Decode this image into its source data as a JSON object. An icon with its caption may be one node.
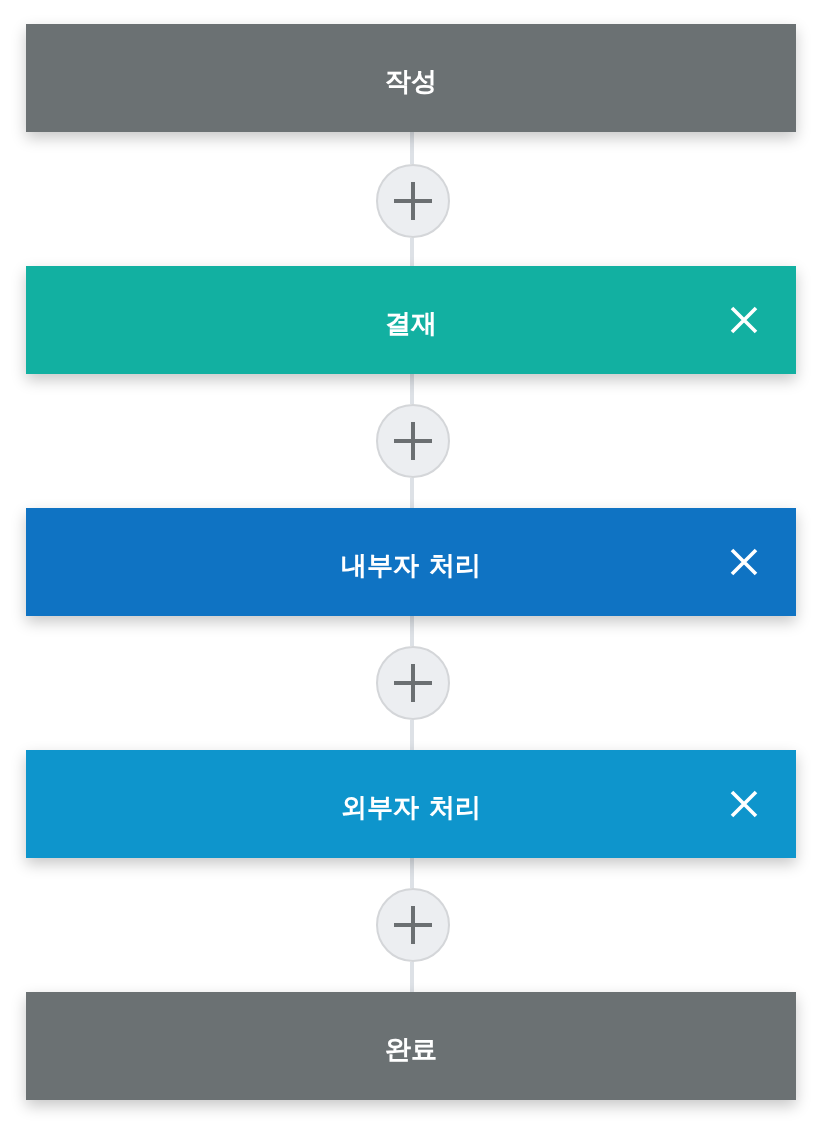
{
  "diagram": {
    "nodes": [
      {
        "text": [
          "작성"
        ]
      },
      {
        "text": [],
        "shape": "circle"
      },
      {
        "text": [
          "결재"
        ]
      },
      {
        "text": [],
        "shape": "circle"
      },
      {
        "text": [
          "내부자 처리"
        ]
      },
      {
        "text": [],
        "shape": "circle"
      },
      {
        "text": [
          "외부자 처리"
        ]
      },
      {
        "text": [],
        "shape": "circle"
      },
      {
        "text": [
          "완료"
        ]
      }
    ],
    "edges": [
      {
        "from": 0,
        "to": 1,
        "arrow": "none"
      },
      {
        "from": 1,
        "to": 2,
        "arrow": "none"
      },
      {
        "from": 2,
        "to": 3,
        "arrow": "none"
      },
      {
        "from": 3,
        "to": 4,
        "arrow": "none"
      },
      {
        "from": 4,
        "to": 5,
        "arrow": "none"
      },
      {
        "from": 5,
        "to": 6,
        "arrow": "none"
      },
      {
        "from": 6,
        "to": 7,
        "arrow": "none"
      },
      {
        "from": 7,
        "to": 8,
        "arrow": "none"
      }
    ]
  }
}
